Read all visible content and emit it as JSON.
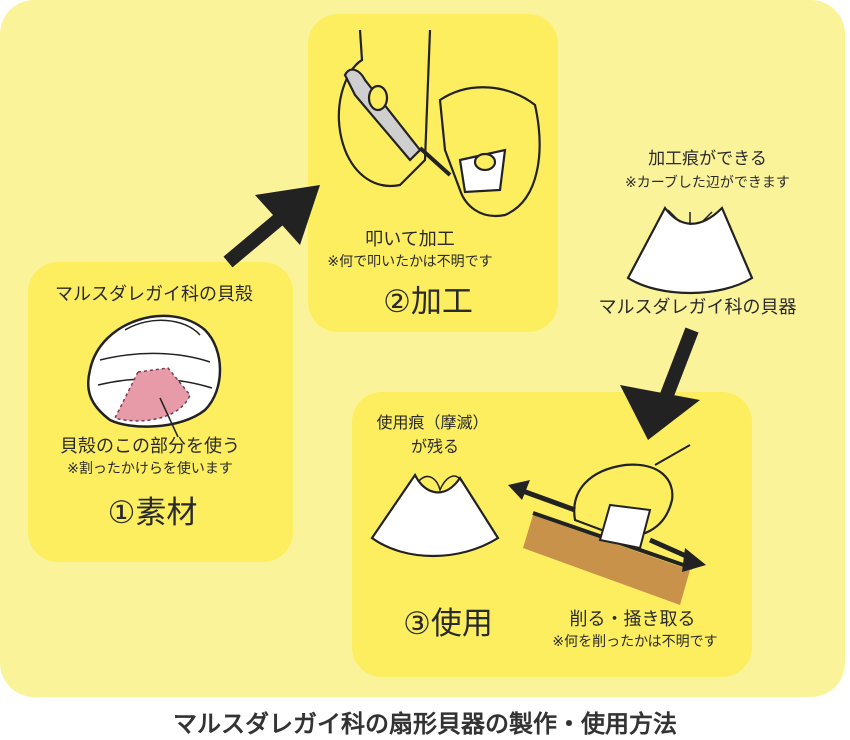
{
  "step1": {
    "label": "①素材",
    "material_caption": "マルスダレガイ科の貝殻",
    "part_caption": "貝殻のこの部分を使う",
    "part_note": "※割ったかけらを使います"
  },
  "step2": {
    "label": "②加工",
    "action_caption": "叩いて加工",
    "action_note": "※何で叩いたかは不明です",
    "result_caption": "加工痕ができる",
    "result_note": "※カーブした辺ができます",
    "tool_caption": "マルスダレガイ科の貝器"
  },
  "step3": {
    "label": "③使用",
    "wear_caption_line1": "使用痕（摩滅）",
    "wear_caption_line2": "が残る",
    "action_caption": "削る・掻き取る",
    "action_note": "※何を削ったかは不明です"
  },
  "title": "マルスダレガイ科の扇形貝器の製作・使用方法",
  "colors": {
    "background": "#fbf39a",
    "panel": "#fcee5e",
    "shell_part": "#e79aa8",
    "board": "#c8924a"
  }
}
